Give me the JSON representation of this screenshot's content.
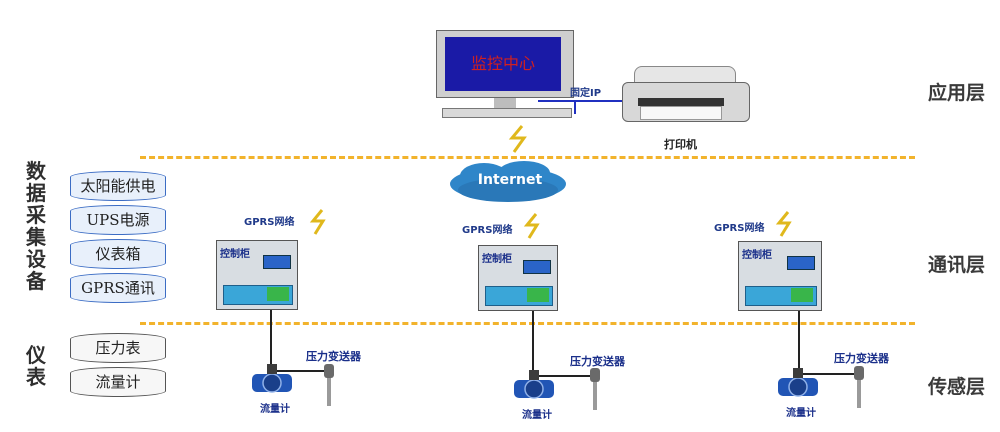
{
  "layers": {
    "application": "应用层",
    "communication": "通讯层",
    "sensing": "传感层"
  },
  "left_groups": {
    "data_acquisition_title": [
      "数",
      "据",
      "采",
      "集",
      "设",
      "备"
    ],
    "data_acquisition_items": [
      "太阳能供电",
      "UPS电源",
      "仪表箱",
      "GPRS通讯"
    ],
    "instrument_title": [
      "仪",
      "表"
    ],
    "instrument_items": [
      "压力表",
      "流量计"
    ]
  },
  "monitor": {
    "screen_text": "监控中心",
    "link_label": "固定IP"
  },
  "printer": {
    "label": "打印机"
  },
  "internet": {
    "label": "Internet"
  },
  "stations": [
    {
      "gprs_label": "GPRS网络",
      "cabinet_label": "控制柜",
      "pressure_label": "压力变送器",
      "flow_label": "流量计"
    },
    {
      "gprs_label": "GPRS网络",
      "cabinet_label": "控制柜",
      "pressure_label": "压力变送器",
      "flow_label": "流量计"
    },
    {
      "gprs_label": "GPRS网络",
      "cabinet_label": "控制柜",
      "pressure_label": "压力变送器",
      "flow_label": "流量计"
    }
  ],
  "colors": {
    "dashed_line": "#f2b32c",
    "monitor_screen": "#1a1aa6",
    "monitor_text": "#d02020",
    "internet_cloud": "#2f86c9",
    "label_blue": "#1a2f8a",
    "cylinder_blue": "#3b6cc4"
  }
}
